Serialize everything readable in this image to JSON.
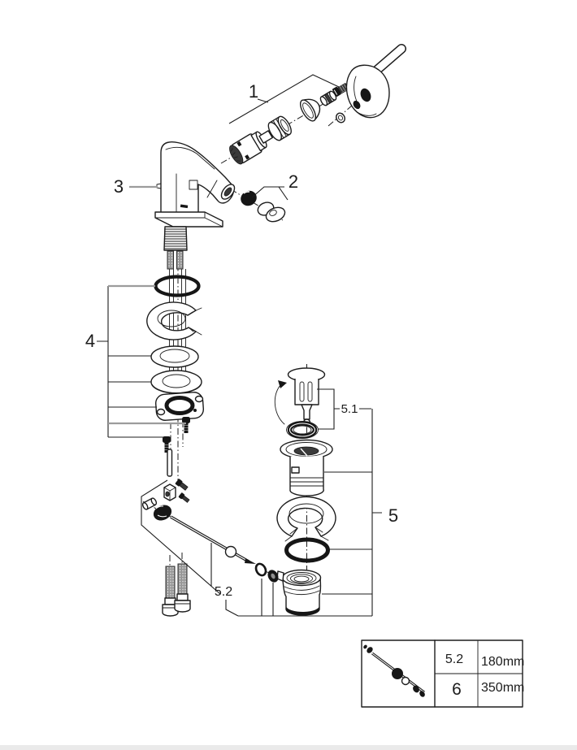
{
  "page": {
    "background": "#ffffff",
    "footer_bar_color": "#eaeaea"
  },
  "diagram": {
    "type": "exploded-parts-diagram",
    "subject": "single-lever bidet mixer with pop-up waste set",
    "line_color": "#1d1d1d",
    "leader_gray_color": "#9c9c9c",
    "callouts": {
      "handle_assembly": "1",
      "aerator_assembly": "2",
      "faucet_body": "3",
      "mounting_set": "4",
      "waste_set": "5",
      "plug_set": "5.1",
      "rod_set": "5.2"
    },
    "spec_table": {
      "rows": [
        {
          "part": "5.2",
          "length": "180mm"
        },
        {
          "part": "6",
          "length": "350mm"
        }
      ]
    }
  }
}
